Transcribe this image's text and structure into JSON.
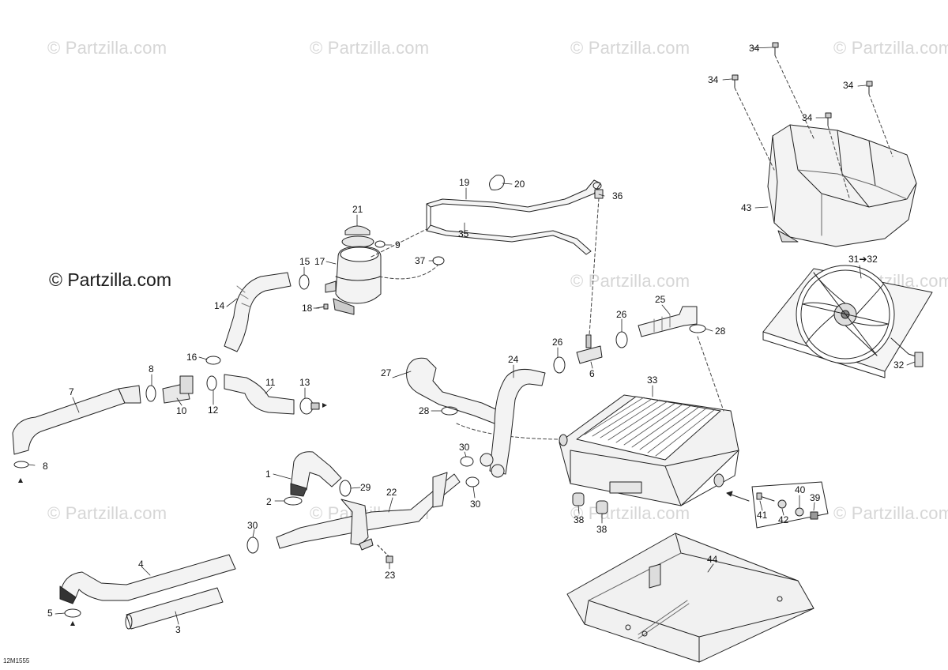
{
  "watermark_text": "© Partzilla.com",
  "brand_text": "© Partzilla.com",
  "drawing_code": "12M1555",
  "callouts": [
    "1",
    "2",
    "3",
    "4",
    "5",
    "6",
    "7",
    "8",
    "8",
    "9",
    "10",
    "11",
    "12",
    "13",
    "14",
    "15",
    "16",
    "17",
    "18",
    "19",
    "20",
    "21",
    "22",
    "23",
    "24",
    "25",
    "26",
    "26",
    "27",
    "28",
    "28",
    "29",
    "30",
    "30",
    "30",
    "30",
    "31➔32",
    "32",
    "33",
    "34",
    "34",
    "34",
    "34",
    "35",
    "36",
    "37",
    "38",
    "38",
    "39",
    "40",
    "41",
    "42",
    "43",
    "44"
  ]
}
